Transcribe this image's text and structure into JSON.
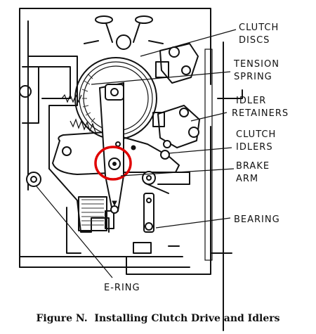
{
  "labels": {
    "clutch_discs": [
      "CLUTCH",
      "DISCS"
    ],
    "tension_spring": [
      "TENSION",
      "SPRING"
    ],
    "idler_retainers": [
      "IDLER",
      "RETAINERS"
    ],
    "clutch_idlers": [
      "CLUTCH",
      "IDLERS"
    ],
    "brake_arm": [
      "BRAKE",
      "ARM"
    ],
    "bearing": "BEARING",
    "e_ring": "E-RING"
  },
  "caption": "Figure N.  Installing Clutch Drive and Idlers",
  "colors": {
    "ink": "#111111",
    "highlight": "#e00000",
    "paper": "#ffffff"
  }
}
